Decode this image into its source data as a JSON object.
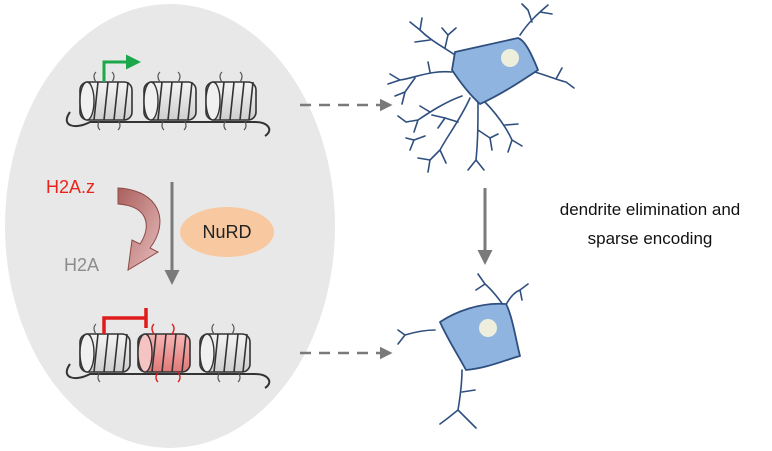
{
  "labels": {
    "histone_variant": "H2A.z",
    "canonical_histone": "H2A",
    "complex": "NuRD",
    "process_line1": "dendrite elimination and",
    "process_line2": "sparse encoding"
  },
  "colors": {
    "nucleus_panel": "#e8e8e8",
    "active_arrow": "#1aa84a",
    "repress_mark": "#e01b1b",
    "variant_text": "#e8241c",
    "canonical_text": "#8c8c8c",
    "nurd_fill": "#f8c9a0",
    "neuron_body": "#8fb4e0",
    "neuron_outline": "#2f4f7f",
    "highlight_nucleosome": "#f29b9b",
    "flow_arrow": "#7a7a7a",
    "exchange_arrow": "#b56a6a"
  },
  "icons": {
    "active_promoter": "bent-arrow-icon",
    "repressed_promoter": "blunt-arrow-icon",
    "neuron": "neuron-icon",
    "nucleosome": "nucleosome-icon"
  }
}
